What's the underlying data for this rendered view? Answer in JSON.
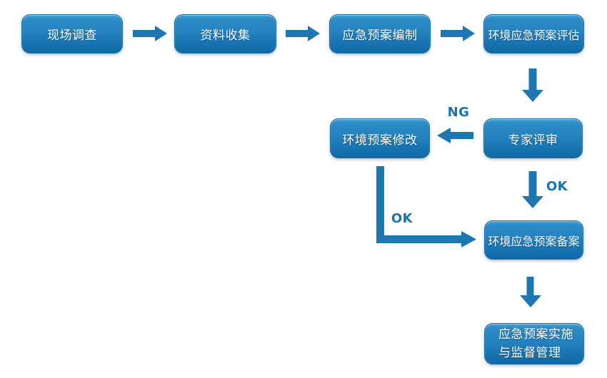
{
  "flowchart": {
    "nodes": [
      {
        "id": "site-survey",
        "label": "现场调查"
      },
      {
        "id": "data-collection",
        "label": "资料收集"
      },
      {
        "id": "plan-compilation",
        "label": "应急预案编制"
      },
      {
        "id": "plan-evaluation",
        "label": "环境应急预案评估"
      },
      {
        "id": "expert-review",
        "label": "专家评审"
      },
      {
        "id": "plan-revision",
        "label": "环境预案修改"
      },
      {
        "id": "plan-filing",
        "label": "环境应急预案备案"
      },
      {
        "id": "implementation-supervision",
        "lines": [
          "应急预案实施",
          "与监督管理"
        ]
      }
    ],
    "connectors": [
      {
        "from": "site-survey",
        "to": "data-collection",
        "label": ""
      },
      {
        "from": "data-collection",
        "to": "plan-compilation",
        "label": ""
      },
      {
        "from": "plan-compilation",
        "to": "plan-evaluation",
        "label": ""
      },
      {
        "from": "plan-evaluation",
        "to": "expert-review",
        "label": ""
      },
      {
        "from": "expert-review",
        "to": "plan-revision",
        "label": "NG"
      },
      {
        "from": "expert-review",
        "to": "plan-filing",
        "label": "OK"
      },
      {
        "from": "plan-revision",
        "to": "plan-filing",
        "label": "OK"
      },
      {
        "from": "plan-filing",
        "to": "implementation-supervision",
        "label": ""
      }
    ],
    "colors": {
      "box_gradient_top": "#44a0d6",
      "box_gradient_mid": "#2381be",
      "box_gradient_bottom": "#1168a6",
      "box_border": "#1a6fa9",
      "arrow": "#1c77b2",
      "edge_label_text": "#1873ae",
      "node_text": "#ffffff",
      "background": "#ffffff"
    }
  }
}
